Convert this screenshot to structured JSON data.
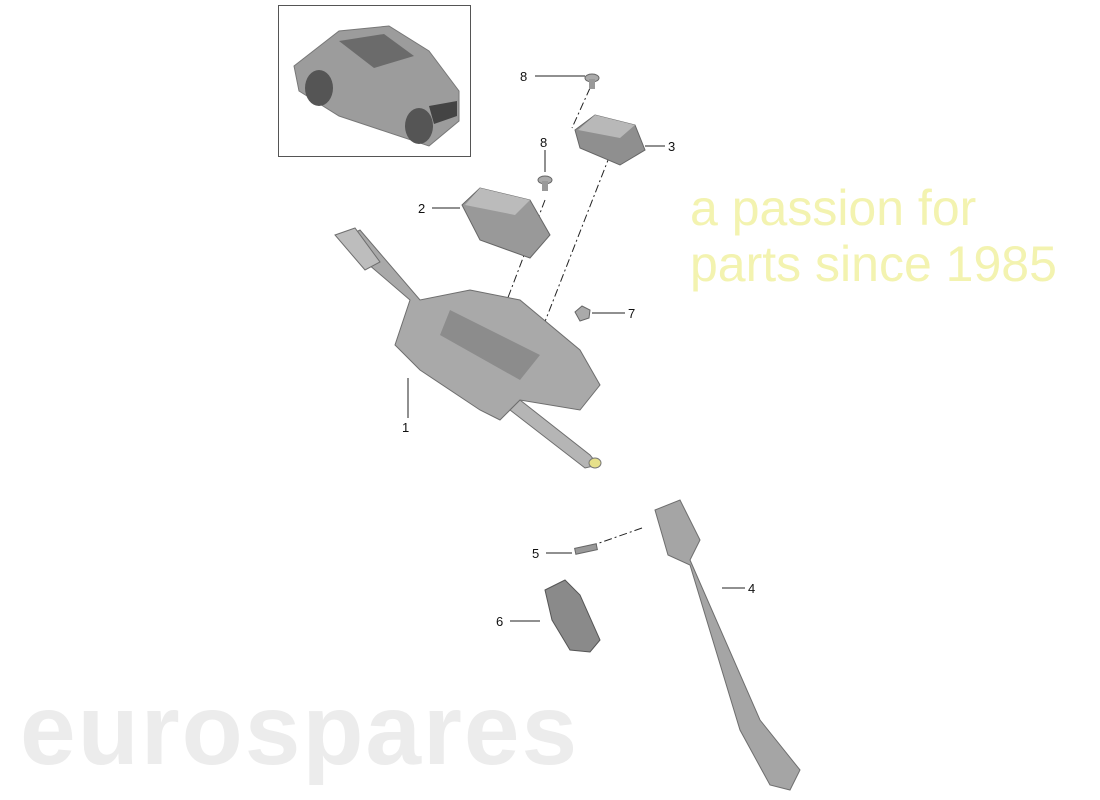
{
  "watermark": {
    "brand": "eurospares",
    "tagline": "a passion for parts since 1985",
    "tagline_color": "#f3f3b0"
  },
  "thumbnail": {
    "icon": "car-thumbnail"
  },
  "callouts": [
    {
      "id": "c8a",
      "label": "8"
    },
    {
      "id": "c3",
      "label": "3"
    },
    {
      "id": "c8b",
      "label": "8"
    },
    {
      "id": "c2",
      "label": "2"
    },
    {
      "id": "c7",
      "label": "7"
    },
    {
      "id": "c1",
      "label": "1"
    },
    {
      "id": "c5",
      "label": "5"
    },
    {
      "id": "c4",
      "label": "4"
    },
    {
      "id": "c6",
      "label": "6"
    }
  ],
  "colors": {
    "part": "#a9a9a9",
    "part_dark": "#6e6e6e",
    "line": "#222222"
  }
}
